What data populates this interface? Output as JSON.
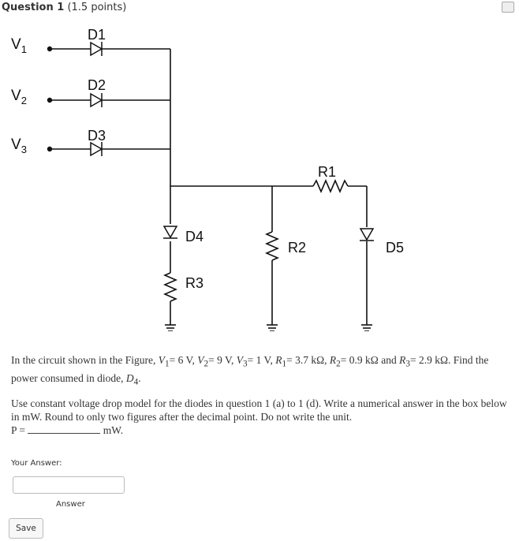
{
  "question": {
    "title": "Question 1",
    "points": "(1.5 points)"
  },
  "circuit": {
    "labels": {
      "v1": "V",
      "v1_sub": "1",
      "v2": "V",
      "v2_sub": "2",
      "v3": "V",
      "v3_sub": "3",
      "d1": "D1",
      "d2": "D2",
      "d3": "D3",
      "d4": "D4",
      "d5": "D5",
      "r1": "R1",
      "r2": "R2",
      "r3": "R3"
    }
  },
  "problem": {
    "intro": "In the circuit shown in the Figure,",
    "v1_sym": "V",
    "v1_sub": "1",
    "v1_val": "= 6 V,",
    "v2_sym": "V",
    "v2_sub": "2",
    "v2_val": "= 9 V,",
    "v3_sym": "V",
    "v3_sub": "3",
    "v3_val": "= 1 V,",
    "r1_sym": "R",
    "r1_sub": "1",
    "r1_val": "= 3.7 kΩ,",
    "r2_sym": "R",
    "r2_sub": "2",
    "r2_val": "= 0.9 kΩ",
    "and_text": "and",
    "r3_sym": "R",
    "r3_sub": "3",
    "r3_val": "=",
    "r3_val2": "2.9 kΩ.",
    "find_text": "Find the power consumed in diode,",
    "d4_sym": "D",
    "d4_sub": "4",
    "d4_end": ".",
    "instruction": "Use constant voltage drop model for the diodes in question 1 (a) to 1 (d). Write a numerical answer in the box below in mW. Round to only two figures after the decimal point. Do not write the unit.",
    "p_label": "P =",
    "unit": "mW."
  },
  "answer": {
    "label": "Your Answer:",
    "caption": "Answer",
    "value": ""
  },
  "save_label": "Save"
}
